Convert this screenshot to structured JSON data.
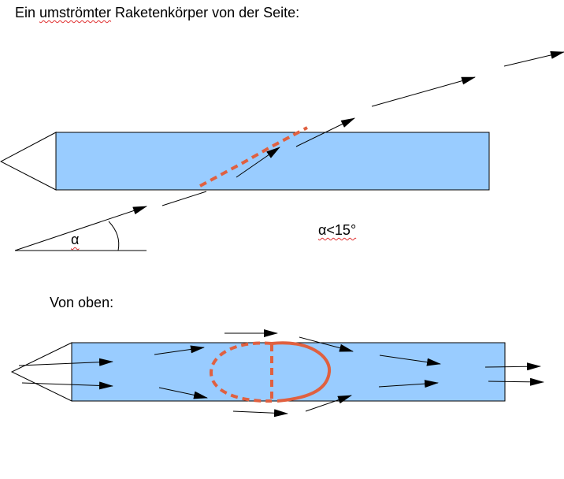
{
  "side_view": {
    "title_prefix": "Ein ",
    "title_flagged_word": "umströmter",
    "title_suffix": " Raketenkörper von der Seite:",
    "angle_symbol": "α",
    "angle_condition": "α<15°"
  },
  "top_view": {
    "title": "Von oben:"
  },
  "colors": {
    "body_fill": "#99ccff",
    "outline": "#000000",
    "marker": "#e06040",
    "spellcheck": "#e03030"
  }
}
